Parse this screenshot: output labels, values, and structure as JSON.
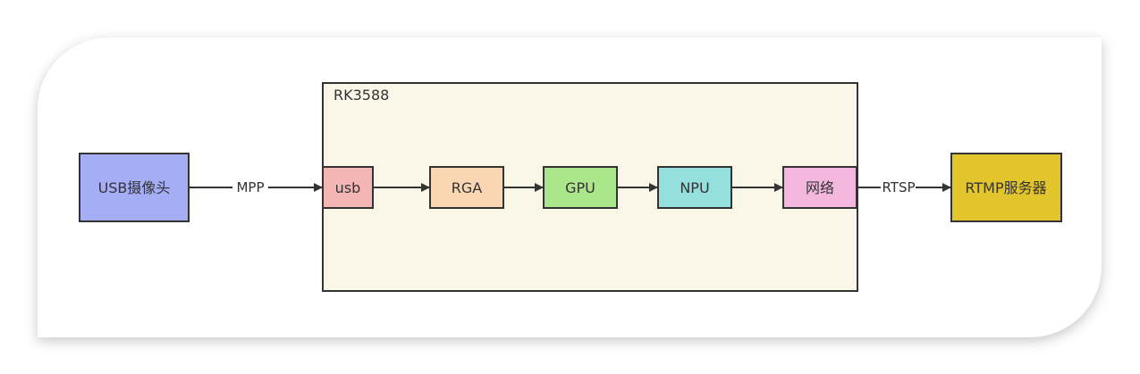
{
  "diagram": {
    "cluster": {
      "title": "RK3588",
      "fill": "#fbf7e8",
      "stroke": "#333333"
    },
    "nodes": {
      "camera": {
        "label": "USB摄像头",
        "fill": "#a5aef5"
      },
      "usb": {
        "label": "usb",
        "fill": "#f4b6b5"
      },
      "rga": {
        "label": "RGA",
        "fill": "#fad6b3"
      },
      "gpu": {
        "label": "GPU",
        "fill": "#ace68b"
      },
      "npu": {
        "label": "NPU",
        "fill": "#93e0de"
      },
      "network": {
        "label": "网络",
        "fill": "#f4b8de"
      },
      "rtmp": {
        "label": "RTMP服务器",
        "fill": "#e2c52d"
      }
    },
    "edges": {
      "camera_usb": {
        "label": "MPP"
      },
      "network_rtmp": {
        "label": "RTSP"
      }
    },
    "colors": {
      "stroke": "#333333",
      "arrow": "#333333"
    }
  }
}
